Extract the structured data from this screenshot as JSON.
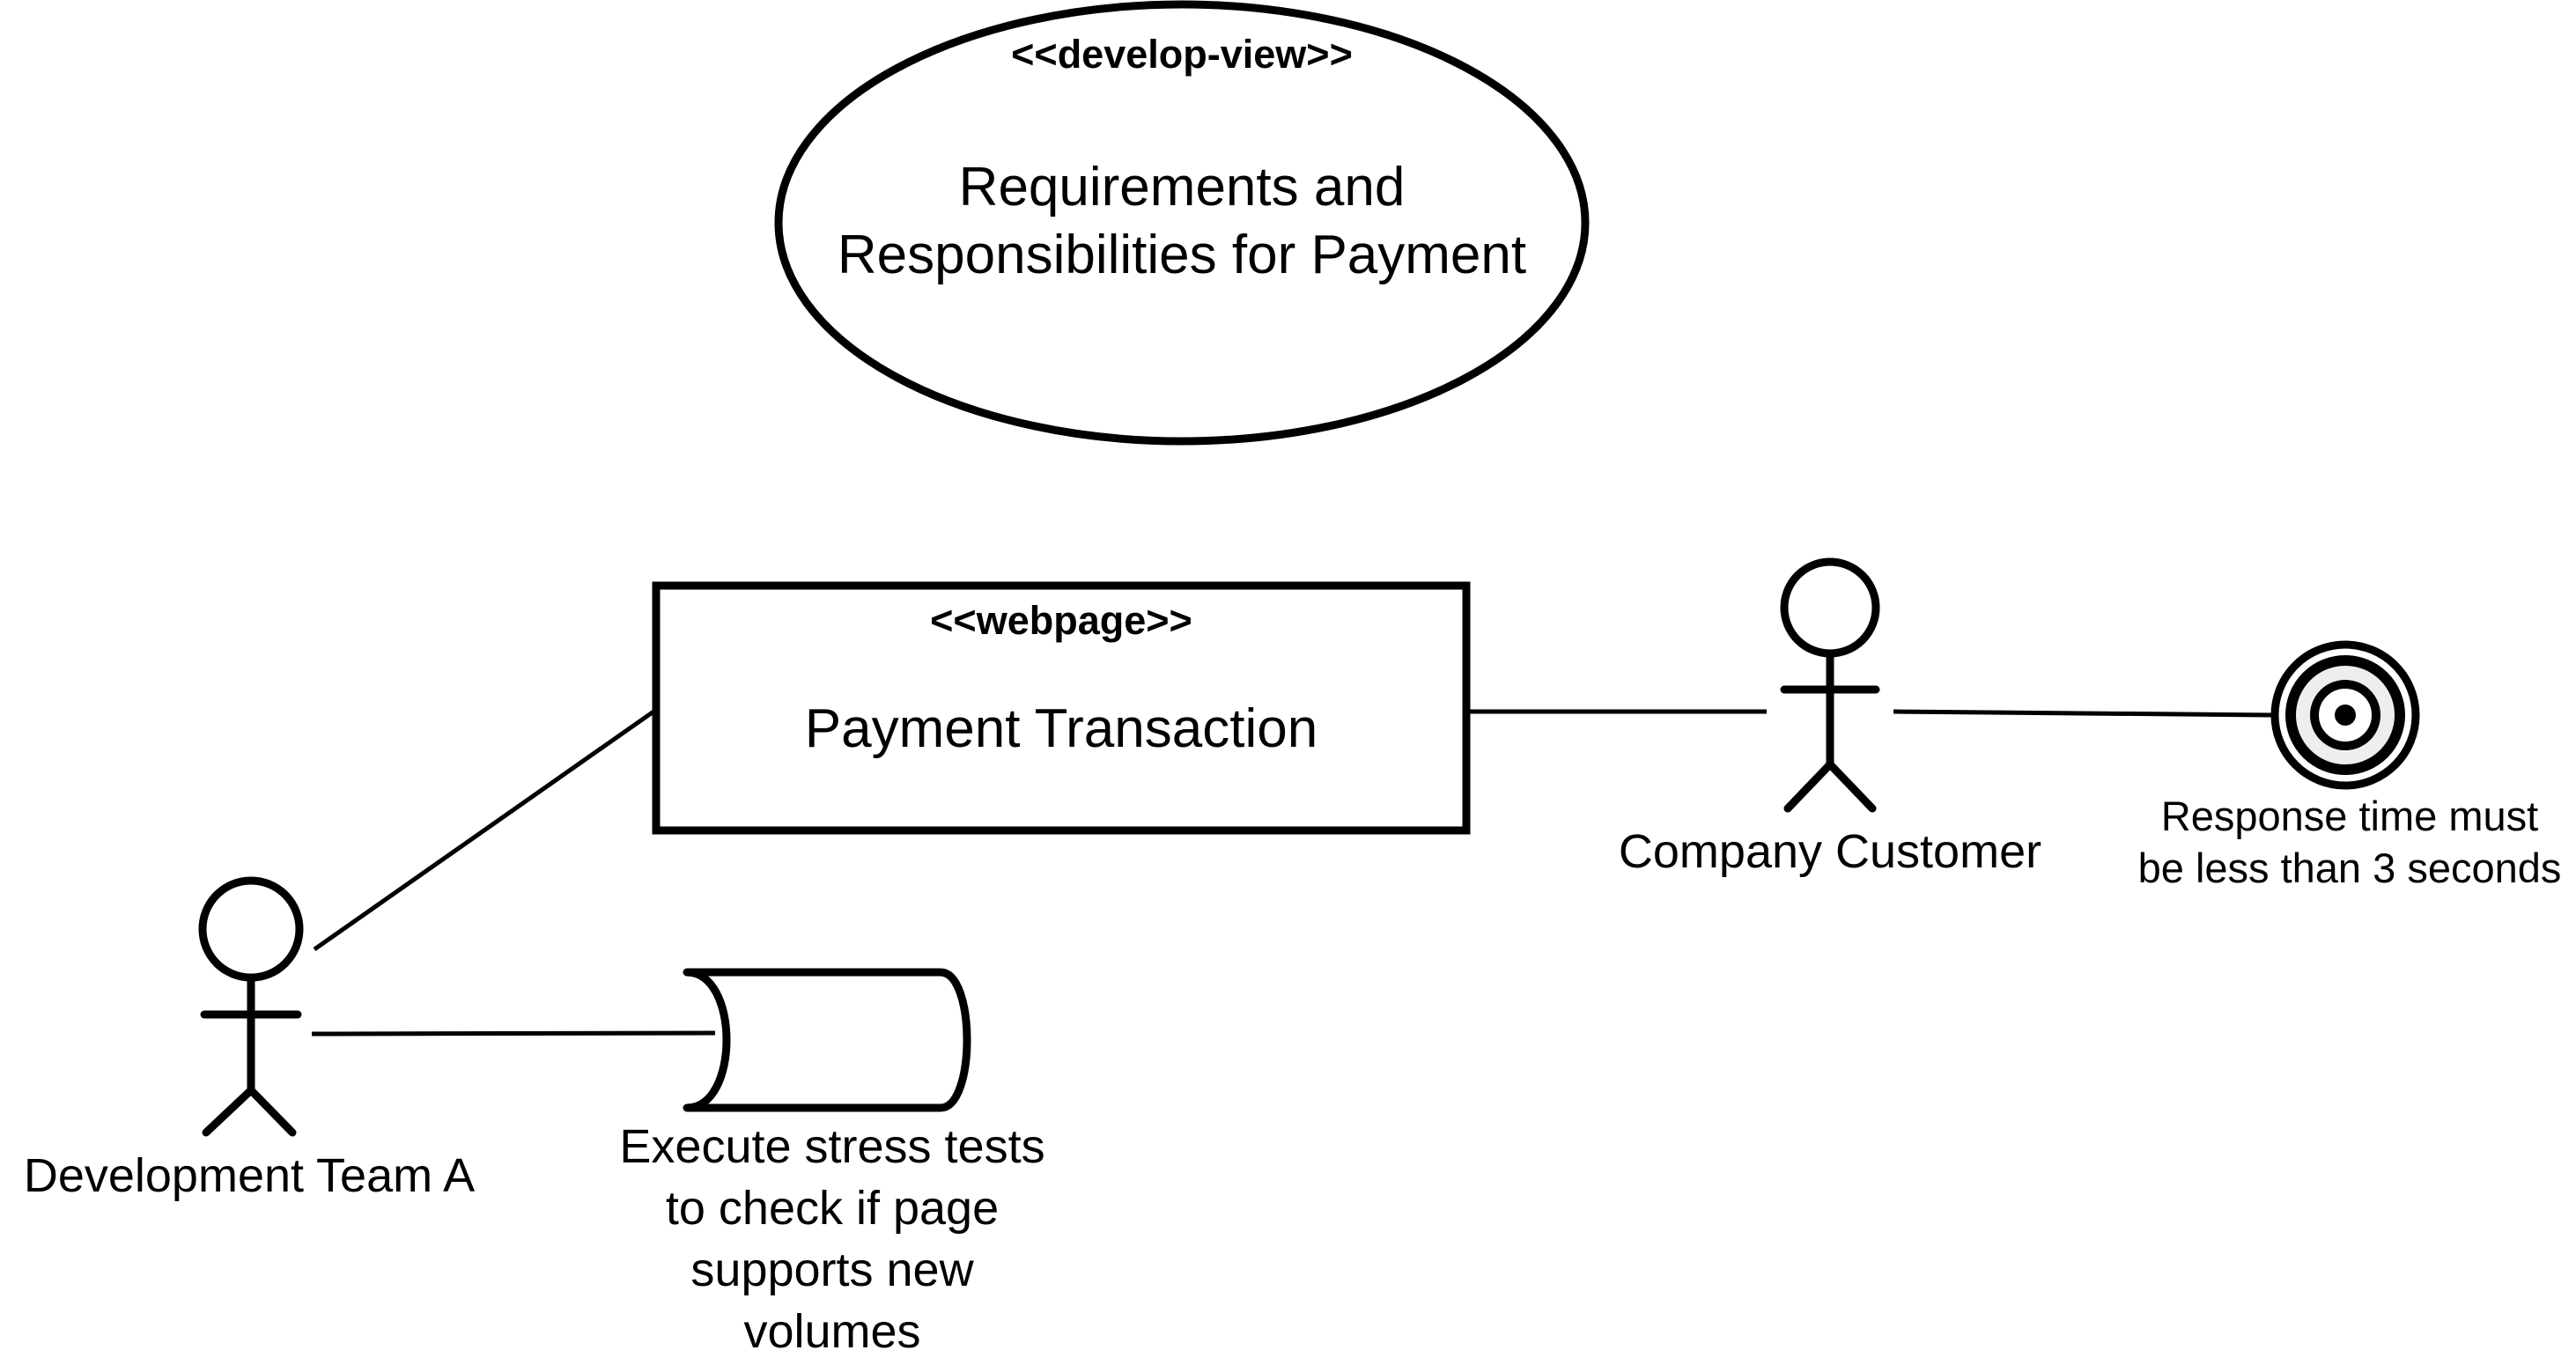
{
  "view": {
    "stereotype": "<<develop-view>>",
    "title_lines": [
      "Requirements and",
      "Responsibilities for Payment"
    ]
  },
  "component": {
    "stereotype": "<<webpage>>",
    "name": "Payment Transaction"
  },
  "actors": {
    "customer": {
      "label": "Company Customer"
    },
    "dev_team": {
      "label": "Development Team A"
    }
  },
  "goal": {
    "lines": [
      "Response time must",
      "be less than 3 seconds"
    ]
  },
  "task": {
    "lines": [
      "Execute stress tests",
      "to check if page",
      "supports new",
      "volumes"
    ]
  },
  "colors": {
    "stroke": "#000000",
    "background": "#ffffff",
    "goal_ring": "#eeeeee"
  }
}
